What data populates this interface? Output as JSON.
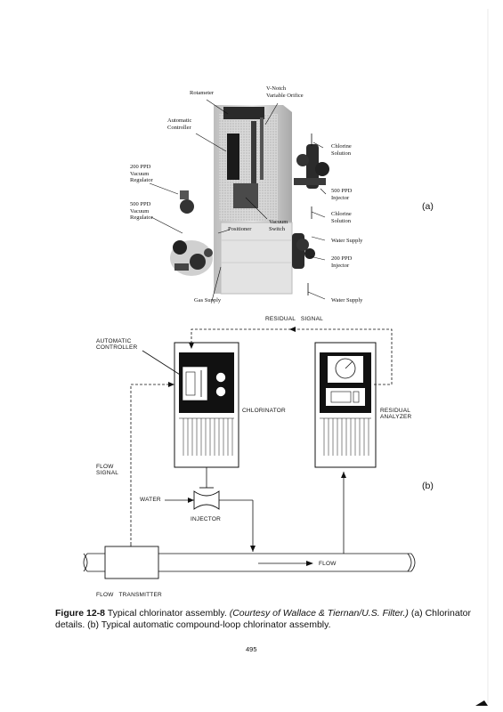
{
  "photo_labels": {
    "rotameter": "Rotameter",
    "v_notch": "V-Notch\nVariable Orifice",
    "automatic_controller": "Automatic\nController",
    "chlorine_solution_1": "Chlorine\nSolution",
    "vacuum_regulator_200": "200 PPD\nVacuum\nRegulator",
    "injector_500": "500 PPD\nInjector",
    "vacuum_regulator_500": "500 PPD\nVacuum\nRegulator",
    "vacuum_switch": "Vacuum\nSwitch",
    "chlorine_solution_2": "Chlorine\nSolution",
    "positioner": "Positioner",
    "water_supply_1": "Water Supply",
    "injector_200": "200 PPD\nInjector",
    "gas_supply": "Gas Supply",
    "water_supply_2": "Water Supply"
  },
  "part_tags": {
    "a": "(a)",
    "b": "(b)"
  },
  "schematic_labels": {
    "residual_signal": "RESIDUAL   SIGNAL",
    "automatic_controller": "AUTOMATIC\nCONTROLLER",
    "chlorinator": "CHLORINATOR",
    "residual_analyzer": "RESIDUAL\nANALYZER",
    "flow_signal": "FLOW\nSIGNAL",
    "water": "WATER",
    "injector": "INJECTOR",
    "flow": "FLOW",
    "flow_transmitter": "FLOW   TRANSMITTER"
  },
  "caption": {
    "figure_label": "Figure 12-8",
    "text_1": "  Typical chlorinator assembly. ",
    "courtesy": "(Courtesy of Wallace & Tiernan/U.S. Filter.)",
    "text_2": " (a) Chlorinator details. (b) Typical automatic compound-loop chlorinator assembly."
  },
  "page_number": "495"
}
